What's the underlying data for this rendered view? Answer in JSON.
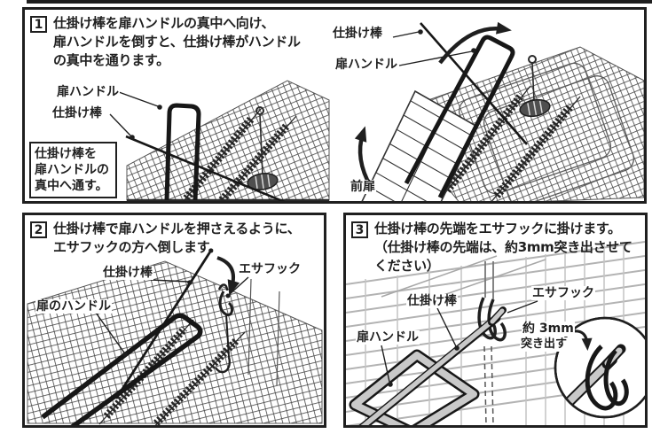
{
  "document": {
    "type": "instruction-manual-figure",
    "language": "ja",
    "colors": {
      "ink": "#1f1f1f",
      "rod_gray": "#c9c9c9",
      "mesh_gray": "#b3b3b3",
      "capsule_gray": "#4f4f4f"
    }
  },
  "step1": {
    "number": "1",
    "lines": [
      "仕掛け棒を扉ハンドルの真中へ向け、",
      "扉ハンドルを倒すと、仕掛け棒がハンドル",
      "の真中を通ります。"
    ],
    "left": {
      "label_door_handle": "扉ハンドル",
      "label_trigger_rod": "仕掛け棒",
      "callout_lines": [
        "仕掛け棒を",
        "扉ハンドルの",
        "真中へ通す。"
      ]
    },
    "right": {
      "label_trigger_rod": "仕掛け棒",
      "label_door_handle": "扉ハンドル",
      "label_front_door": "前扉"
    }
  },
  "step2": {
    "number": "2",
    "lines": [
      "仕掛け棒で扉ハンドルを押さえるように、",
      "エサフックの方へ倒します。"
    ],
    "labels": {
      "trigger_rod": "仕掛け棒",
      "bait_hook": "エサフック",
      "door_handle": "扉のハンドル"
    }
  },
  "step3": {
    "number": "3",
    "lines": [
      "仕掛け棒の先端をエサフックに掛けます。",
      "（仕掛け棒の先端は、約3mm突き出させて",
      "ください）"
    ],
    "labels": {
      "trigger_rod": "仕掛け棒",
      "bait_hook": "エサフック",
      "door_handle": "扉ハンドル"
    },
    "inset": {
      "lines": [
        "約 3mm",
        "突き出す"
      ]
    }
  }
}
